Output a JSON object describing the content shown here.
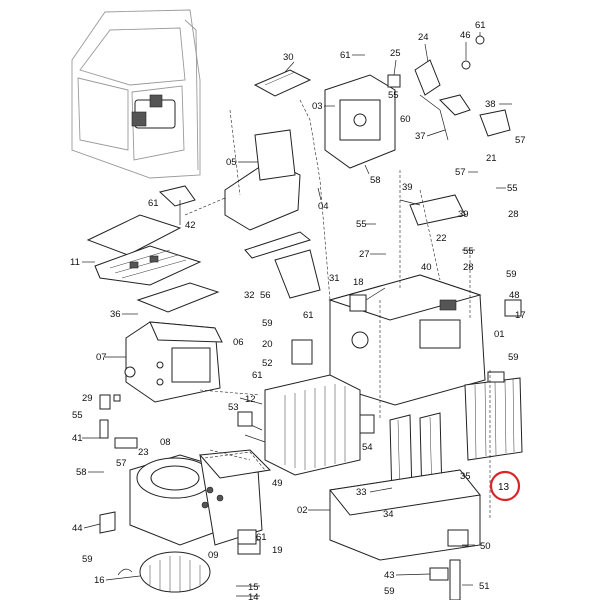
{
  "highlight": {
    "label": "13",
    "color": "#d9252a"
  },
  "labels": {
    "l30": "30",
    "l61a": "61",
    "l25": "25",
    "l24": "24",
    "l46": "46",
    "l61b": "61",
    "l03": "03",
    "l55a": "55",
    "l60": "60",
    "l38": "38",
    "l37": "37",
    "l57a": "57",
    "l21": "21",
    "l05": "05",
    "l04": "04",
    "l58a": "58",
    "l57b": "57",
    "l39": "39",
    "l55b": "55",
    "l61c": "61",
    "l42": "42",
    "l55c": "55",
    "l22": "22",
    "l28a": "28",
    "l11": "11",
    "l55d": "55",
    "l27": "27",
    "l28b": "28",
    "l40": "40",
    "l31": "31",
    "l18": "18",
    "l59a": "59",
    "l48": "48",
    "l32": "32",
    "l56": "56",
    "l36": "36",
    "l61d": "61",
    "l17": "17",
    "l59b": "59",
    "l20": "20",
    "l01": "01",
    "l06": "06",
    "l07": "07",
    "l52": "52",
    "l59c": "59",
    "l61e": "61",
    "l29": "29",
    "l12": "12",
    "l53": "53",
    "l55e": "55",
    "l41": "41",
    "l23": "23",
    "l08": "08",
    "l54": "54",
    "l57c": "57",
    "l58b": "58",
    "l35": "35",
    "l49": "49",
    "l33": "33",
    "l44": "44",
    "l02": "02",
    "l34": "34",
    "l09": "09",
    "l61f": "61",
    "l19": "19",
    "l50": "50",
    "l59d": "59",
    "l16": "16",
    "l43": "43",
    "l15": "15",
    "l59e": "59",
    "l51": "51",
    "l14": "14"
  }
}
